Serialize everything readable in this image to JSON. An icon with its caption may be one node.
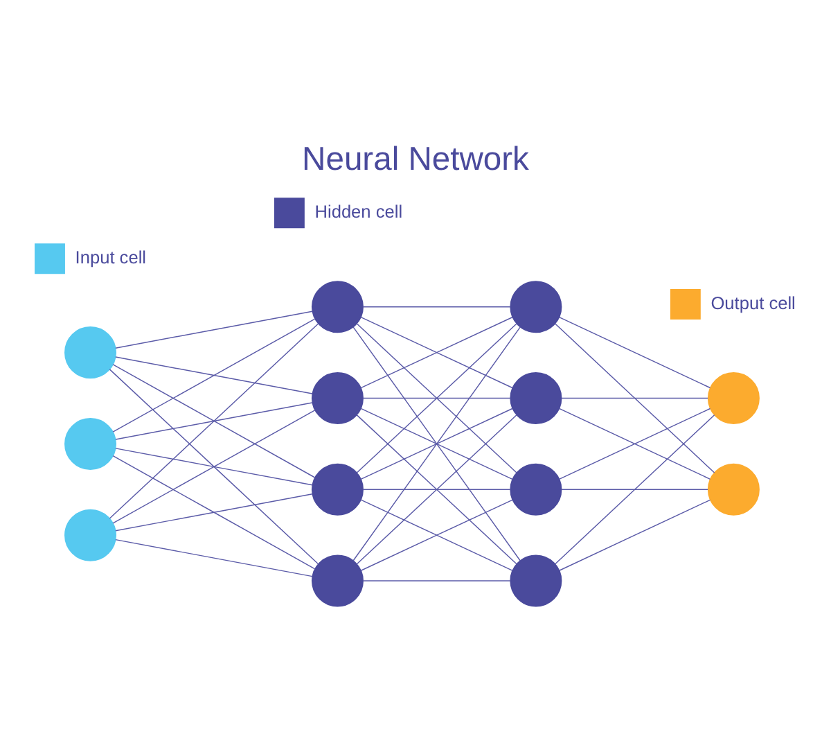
{
  "diagram": {
    "title": "Neural Network",
    "nodes": [
      {
        "text": [],
        "shape": "circle"
      },
      {
        "text": [],
        "shape": "circle"
      },
      {
        "text": [],
        "shape": "circle"
      },
      {
        "text": [],
        "shape": "circle"
      },
      {
        "text": [],
        "shape": "circle"
      },
      {
        "text": [],
        "shape": "circle"
      },
      {
        "text": [],
        "shape": "circle"
      },
      {
        "text": [],
        "shape": "circle"
      },
      {
        "text": [],
        "shape": "circle"
      },
      {
        "text": [],
        "shape": "circle"
      },
      {
        "text": [],
        "shape": "circle"
      },
      {
        "text": [],
        "shape": "circle"
      },
      {
        "text": [],
        "shape": "circle"
      }
    ],
    "edges": [
      {
        "from": 0,
        "to": 3,
        "arrow": "none"
      },
      {
        "from": 0,
        "to": 4,
        "arrow": "none"
      },
      {
        "from": 0,
        "to": 5,
        "arrow": "none"
      },
      {
        "from": 0,
        "to": 6,
        "arrow": "none"
      },
      {
        "from": 1,
        "to": 3,
        "arrow": "none"
      },
      {
        "from": 1,
        "to": 4,
        "arrow": "none"
      },
      {
        "from": 1,
        "to": 5,
        "arrow": "none"
      },
      {
        "from": 1,
        "to": 6,
        "arrow": "none"
      },
      {
        "from": 2,
        "to": 3,
        "arrow": "none"
      },
      {
        "from": 2,
        "to": 4,
        "arrow": "none"
      },
      {
        "from": 2,
        "to": 5,
        "arrow": "none"
      },
      {
        "from": 2,
        "to": 6,
        "arrow": "none"
      },
      {
        "from": 3,
        "to": 7,
        "arrow": "none"
      },
      {
        "from": 3,
        "to": 8,
        "arrow": "none"
      },
      {
        "from": 3,
        "to": 9,
        "arrow": "none"
      },
      {
        "from": 3,
        "to": 10,
        "arrow": "none"
      },
      {
        "from": 4,
        "to": 7,
        "arrow": "none"
      },
      {
        "from": 4,
        "to": 8,
        "arrow": "none"
      },
      {
        "from": 4,
        "to": 9,
        "arrow": "none"
      },
      {
        "from": 4,
        "to": 10,
        "arrow": "none"
      },
      {
        "from": 5,
        "to": 7,
        "arrow": "none"
      },
      {
        "from": 5,
        "to": 8,
        "arrow": "none"
      },
      {
        "from": 5,
        "to": 9,
        "arrow": "none"
      },
      {
        "from": 5,
        "to": 10,
        "arrow": "none"
      },
      {
        "from": 6,
        "to": 7,
        "arrow": "none"
      },
      {
        "from": 6,
        "to": 8,
        "arrow": "none"
      },
      {
        "from": 6,
        "to": 9,
        "arrow": "none"
      },
      {
        "from": 6,
        "to": 10,
        "arrow": "none"
      },
      {
        "from": 7,
        "to": 11,
        "arrow": "none"
      },
      {
        "from": 7,
        "to": 12,
        "arrow": "none"
      },
      {
        "from": 8,
        "to": 11,
        "arrow": "none"
      },
      {
        "from": 8,
        "to": 12,
        "arrow": "none"
      },
      {
        "from": 9,
        "to": 11,
        "arrow": "none"
      },
      {
        "from": 9,
        "to": 12,
        "arrow": "none"
      },
      {
        "from": 10,
        "to": 11,
        "arrow": "none"
      },
      {
        "from": 10,
        "to": 12,
        "arrow": "none"
      }
    ],
    "legend": [
      {
        "text": "Input cell",
        "color": "#56c9f0"
      },
      {
        "text": "Hidden cell",
        "color": "#4a4a9c"
      },
      {
        "text": "Output cell",
        "color": "#fcab2e"
      }
    ]
  }
}
